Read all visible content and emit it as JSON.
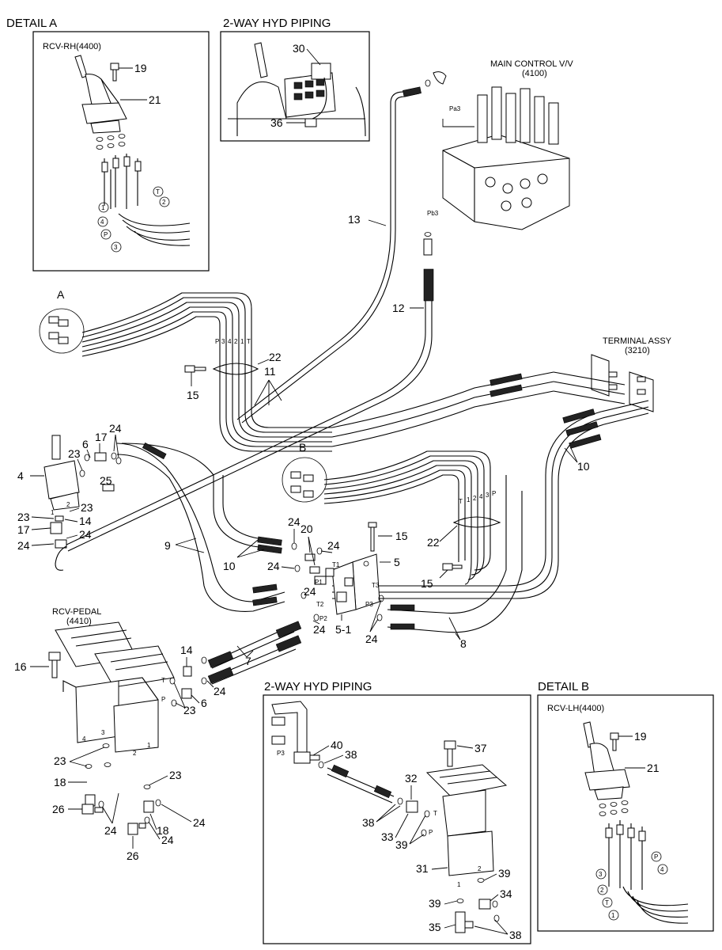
{
  "panels": {
    "detail_a": {
      "title": "DETAIL A",
      "subtitle": "RCV-RH(4400)"
    },
    "piping_top": {
      "title": "2-WAY HYD PIPING"
    },
    "piping_bottom": {
      "title": "2-WAY HYD PIPING"
    },
    "detail_b": {
      "title": "DETAIL B",
      "subtitle": "RCV-LH(4400)"
    }
  },
  "components": {
    "main_control_valve": {
      "line1": "MAIN CONTROL V/V",
      "line2": "(4100)"
    },
    "terminal_assy": {
      "line1": "TERMINAL ASSY",
      "line2": "(3210)"
    },
    "rcv_pedal": {
      "line1": "RCV-PEDAL",
      "line2": "(4410)"
    }
  },
  "group_letters": {
    "a": "A",
    "b": "B"
  },
  "port_labels": {
    "pa3_top": "Pa3",
    "pb3": "Pb3",
    "p1": "P1",
    "p2": "P2",
    "p3": "P3",
    "t1": "T1",
    "t2": "T2",
    "t3": "T3",
    "p3_bottom": "P3",
    "t_bottom": "T",
    "p_bottom": "P"
  },
  "callouts": {
    "c19a": "19",
    "c21a": "21",
    "c30": "30",
    "c36": "36",
    "c13": "13",
    "c12": "12",
    "c22a": "22",
    "c11": "11",
    "c15a": "15",
    "c10a": "10",
    "c6a": "6",
    "c17a": "17",
    "c24a": "24",
    "c23a": "23",
    "c4": "4",
    "c25": "25",
    "c23b": "23",
    "c14a": "14",
    "c23c": "23",
    "c17b": "17",
    "c24b": "24",
    "c24c": "24",
    "c9": "9",
    "c24d": "24",
    "c20": "20",
    "c24e": "24",
    "c10b": "10",
    "c24f": "24",
    "c15b": "15",
    "c5": "5",
    "c22b": "22",
    "c15c": "15",
    "c24g": "24",
    "c24h": "24",
    "c51": "5-1",
    "c24i": "24",
    "c8": "8",
    "c7": "7",
    "c14b": "14",
    "c24j": "24",
    "c6b": "6",
    "c23d": "23",
    "c16": "16",
    "c23e": "23",
    "c18a": "18",
    "c23f": "23",
    "c26a": "26",
    "c24k": "24",
    "c24l": "24",
    "c18b": "18",
    "c24m": "24",
    "c26b": "26",
    "c40": "40",
    "c38a": "38",
    "c37": "37",
    "c32": "32",
    "c38b": "38",
    "c33": "33",
    "c39a": "39",
    "c31": "31",
    "c39b": "39",
    "c39c": "39",
    "c34": "34",
    "c35": "35",
    "c38c": "38",
    "c19b": "19",
    "c21b": "21"
  },
  "circled_ports": {
    "a1": "1",
    "a2": "2",
    "a3": "3",
    "a4": "4",
    "aP": "P",
    "aT": "T",
    "b1": "1",
    "b2": "2",
    "b3": "3",
    "b4": "4",
    "bP": "P",
    "bT": "T"
  },
  "hose_tags": {
    "grp_a": [
      "P",
      "3",
      "4",
      "2",
      "1",
      "T"
    ],
    "grp_b": [
      "T",
      "1",
      "2",
      "4",
      "3",
      "P"
    ]
  }
}
